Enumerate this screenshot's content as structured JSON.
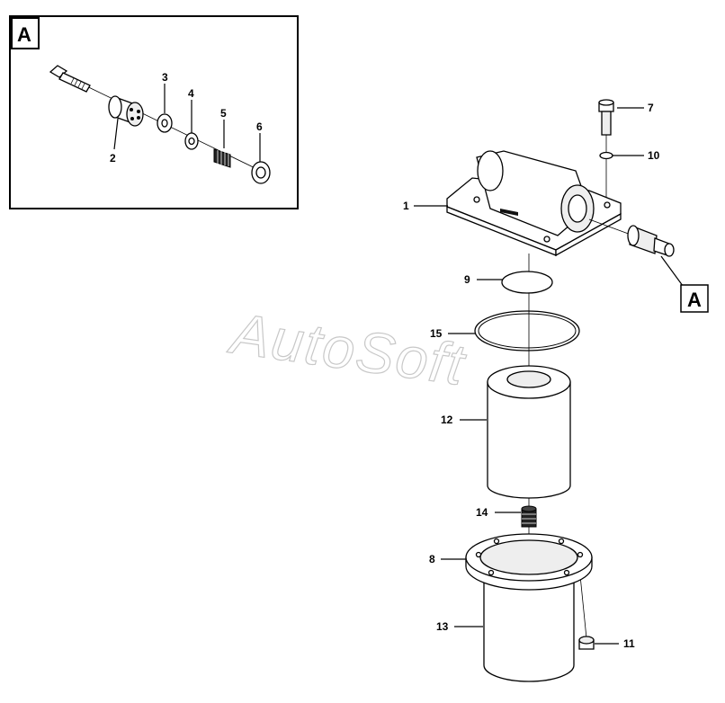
{
  "detail_tag": "A",
  "callout_tag": "A",
  "watermark": "AutoSoft",
  "labels": {
    "p1": "1",
    "p2": "2",
    "p3": "3",
    "p4": "4",
    "p5": "5",
    "p6": "6",
    "p7": "7",
    "p8": "8",
    "p9": "9",
    "p10": "10",
    "p11": "11",
    "p12": "12",
    "p13": "13",
    "p14": "14",
    "p15": "15"
  }
}
